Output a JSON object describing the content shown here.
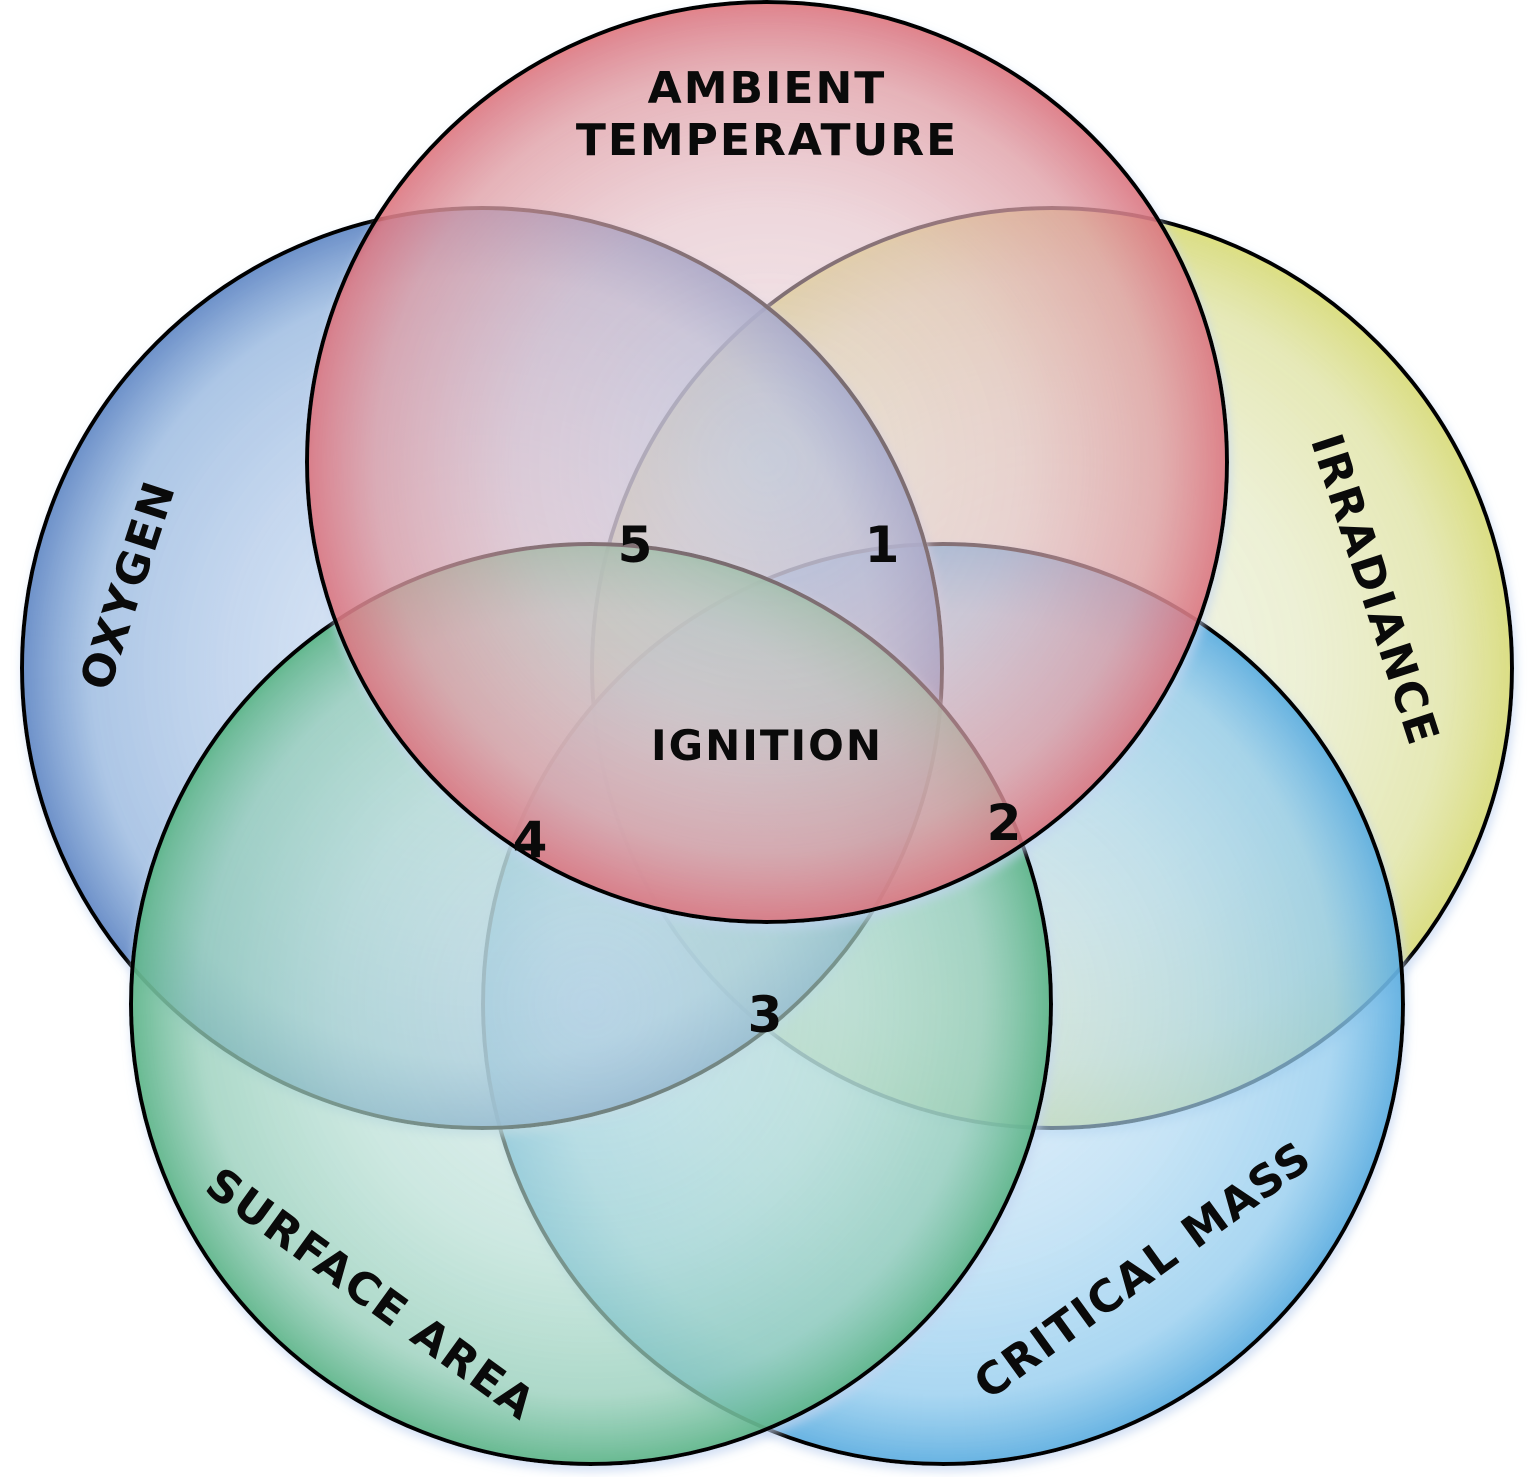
{
  "diagram": {
    "background": "#FFFFFF",
    "stroke_color": "#000000",
    "shadow_color": "#C2D4F0",
    "text_color": "#0A0A0A",
    "center_label": "IGNITION",
    "sets": [
      {
        "id": "irradiance",
        "label": "IRRADIANCE",
        "colors": {
          "light": "#FAFAD8",
          "mid": "#F2F2A8",
          "deep": "#E8E878",
          "rim": "#DCDC48"
        }
      },
      {
        "id": "critical-mass",
        "label": "CRITICAL MASS",
        "colors": {
          "light": "#D8EFFA",
          "mid": "#A0D8F2",
          "deep": "#74C6EC",
          "rim": "#3FA8DE"
        }
      },
      {
        "id": "oxygen",
        "label": "OXYGEN",
        "colors": {
          "light": "#D4E3F4",
          "mid": "#9CBCE2",
          "deep": "#7AA6D6",
          "rim": "#4879BE"
        }
      },
      {
        "id": "surface-area",
        "label": "SURFACE AREA",
        "colors": {
          "light": "#D7F0E0",
          "mid": "#ACE0C2",
          "deep": "#7CCA9C",
          "rim": "#3FB070"
        }
      },
      {
        "id": "ambient-temperature",
        "label_line1": "AMBIENT",
        "label_line2": "TEMPERATURE",
        "colors": {
          "light": "#F8D6D0",
          "mid": "#F2B0AA",
          "deep": "#E88078",
          "rim": "#E05050"
        }
      }
    ],
    "region_numbers": [
      "1",
      "2",
      "3",
      "4",
      "5"
    ]
  }
}
